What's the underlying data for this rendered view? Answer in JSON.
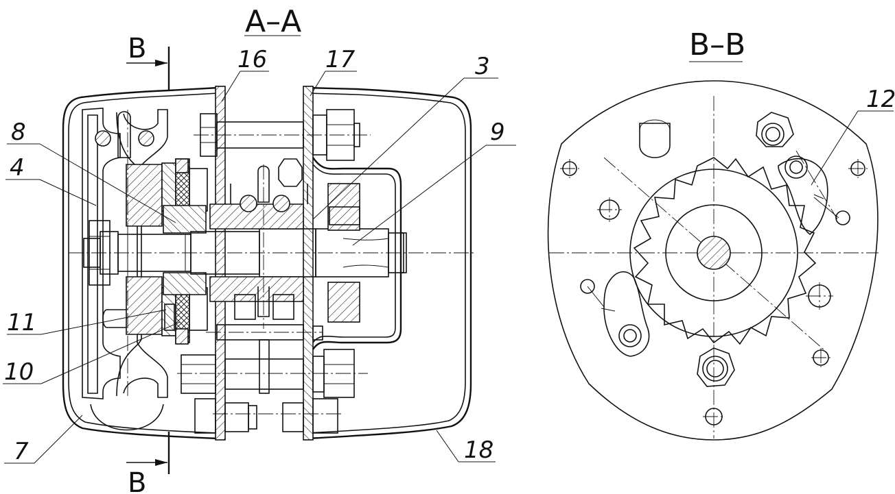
{
  "section_aa": {
    "title": "A–A",
    "cut_label_top": "B",
    "cut_label_bottom": "B"
  },
  "section_bb": {
    "title": "B–B"
  },
  "callouts": {
    "c16": "16",
    "c17": "17",
    "c3": "3",
    "c8": "8",
    "c9": "9",
    "c4": "4",
    "c11": "11",
    "c10": "10",
    "c7": "7",
    "c18": "18",
    "c12": "12"
  }
}
